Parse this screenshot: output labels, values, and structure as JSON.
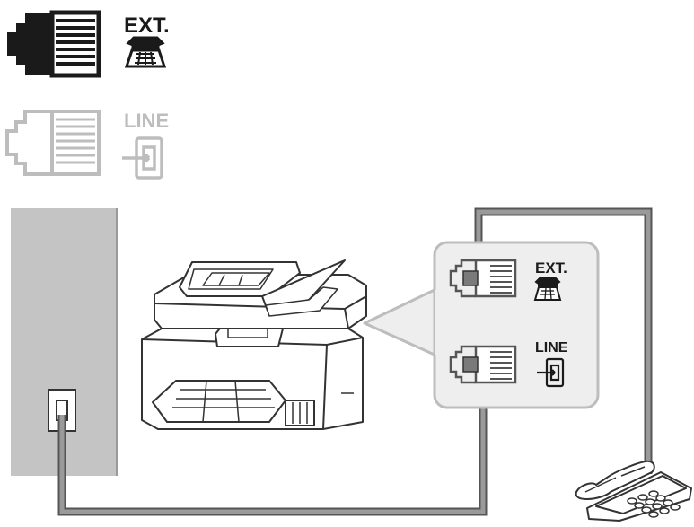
{
  "legend": {
    "ext_label": "EXT.",
    "line_label": "LINE"
  },
  "printer_ports": {
    "ext_label": "EXT.",
    "line_label": "LINE"
  },
  "icons": {
    "jack": "modular-jack-icon",
    "ext": "telephone-icon",
    "line": "wall-jack-icon"
  },
  "colors": {
    "legend_dark": "#1a1a1a",
    "legend_light": "#bdbdbd",
    "wall": "#c4c4c4",
    "cable": "#7a7a7a",
    "callout_bg": "#eeeeee",
    "callout_border": "#bdbdbd"
  }
}
